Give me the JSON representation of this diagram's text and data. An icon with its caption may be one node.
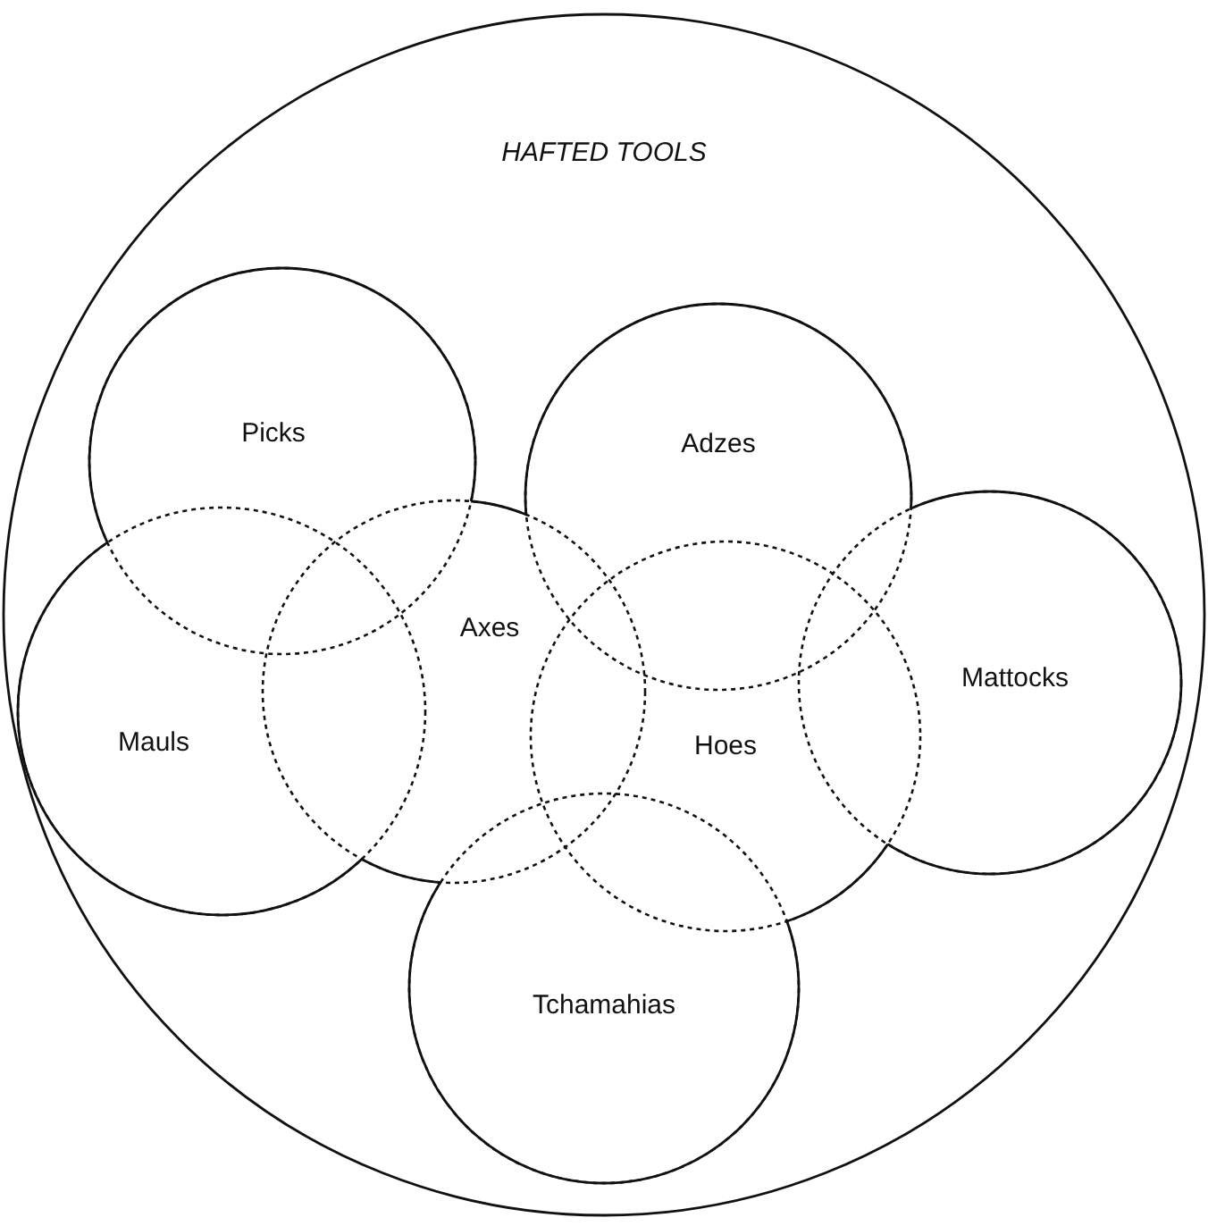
{
  "diagram": {
    "nodes": [
      {
        "text": [
          "HAFTED TOOLS"
        ]
      },
      {
        "text": [
          "Picks"
        ],
        "in": 0
      },
      {
        "text": [
          "Adzes"
        ],
        "in": 0
      },
      {
        "text": [
          "Axes"
        ],
        "in": 0
      },
      {
        "text": [
          "Mattocks"
        ],
        "in": 0
      },
      {
        "text": [
          "Mauls"
        ],
        "in": 0
      },
      {
        "text": [
          "Hoes"
        ],
        "in": 0
      },
      {
        "text": [
          "Tchamahias"
        ],
        "in": 0
      }
    ]
  }
}
